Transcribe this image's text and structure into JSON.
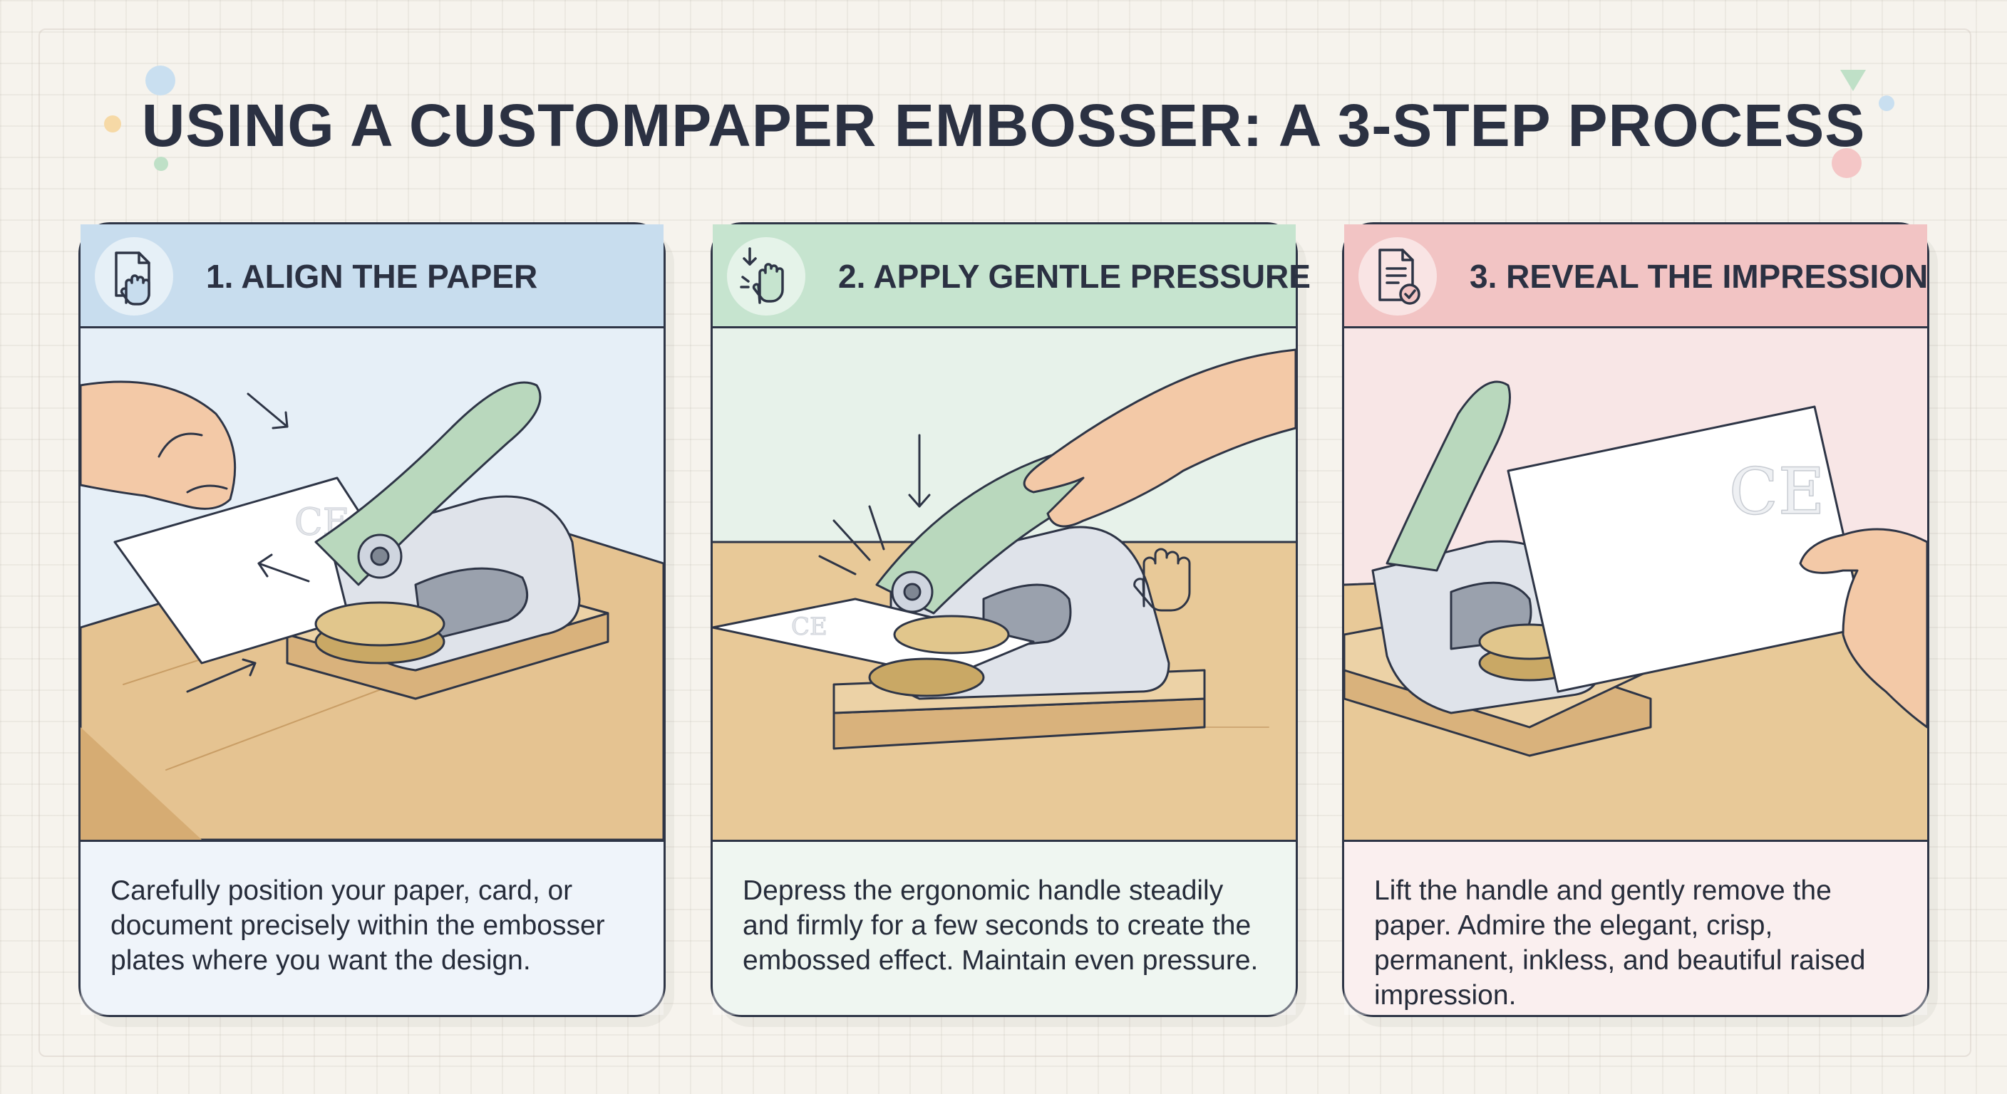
{
  "title": "USING A CUSTOMPAPER EMBOSSER: A 3-STEP PROCESS",
  "steps": [
    {
      "title": "1. ALIGN THE PAPER",
      "icon": "document-hand-icon",
      "color": "#c8ddee",
      "description": "Carefully position your paper, card, or document precisely within the embosser plates where you want the design."
    },
    {
      "title": "2. APPLY GENTLE PRESSURE",
      "icon": "press-hand-icon",
      "color": "#c6e4cf",
      "description": "Depress the ergonomic handle steadily and firmly for a few seconds to create the embossed effect. Maintain even pressure."
    },
    {
      "title": "3. REVEAL THE IMPRESSION",
      "icon": "document-check-icon",
      "color": "#f2c4c4",
      "description": "Lift the handle and gently remove the paper. Admire the elegant, crisp, permanent, inkless, and beautiful raised impression."
    }
  ],
  "colors": {
    "handle": "#b9d8bd",
    "body": "#dfe3ea",
    "brass": "#d7b97c",
    "wood": "#e5c391",
    "outline": "#2e3546"
  }
}
